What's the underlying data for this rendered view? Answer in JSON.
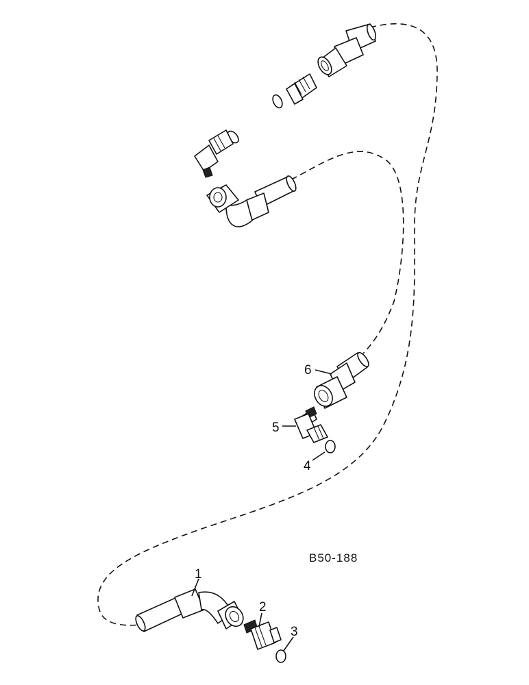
{
  "diagram": {
    "reference_code": "B50-188",
    "callouts": [
      {
        "id": "1",
        "label": "1"
      },
      {
        "id": "2",
        "label": "2"
      },
      {
        "id": "3",
        "label": "3"
      },
      {
        "id": "4",
        "label": "4"
      },
      {
        "id": "5",
        "label": "5"
      },
      {
        "id": "6",
        "label": "6"
      }
    ]
  }
}
